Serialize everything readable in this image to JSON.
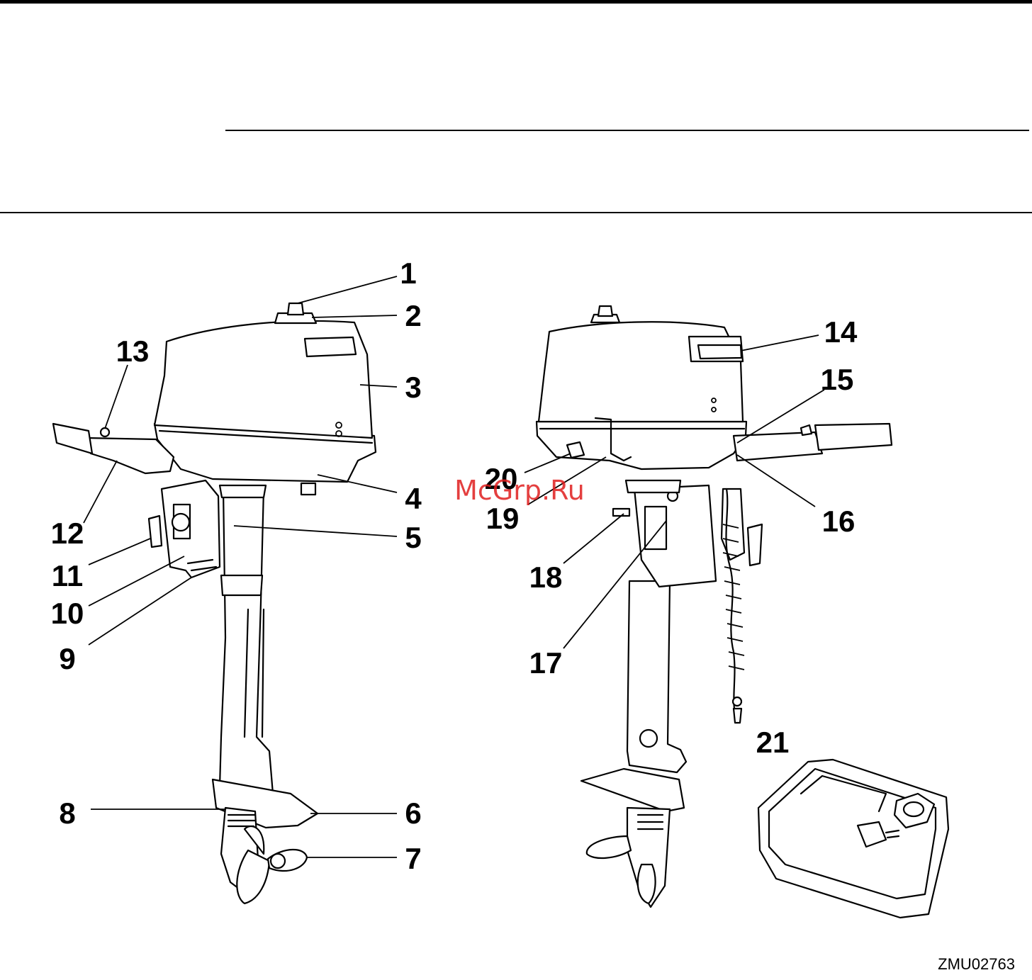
{
  "watermark": "McGrp.Ru",
  "figure_code": "ZMU02763",
  "callouts": {
    "c1": "1",
    "c2": "2",
    "c3": "3",
    "c4": "4",
    "c5": "5",
    "c6": "6",
    "c7": "7",
    "c8": "8",
    "c9": "9",
    "c10": "10",
    "c11": "11",
    "c12": "12",
    "c13": "13",
    "c14": "14",
    "c15": "15",
    "c16": "16",
    "c17": "17",
    "c18": "18",
    "c19": "19",
    "c20": "20",
    "c21": "21"
  }
}
